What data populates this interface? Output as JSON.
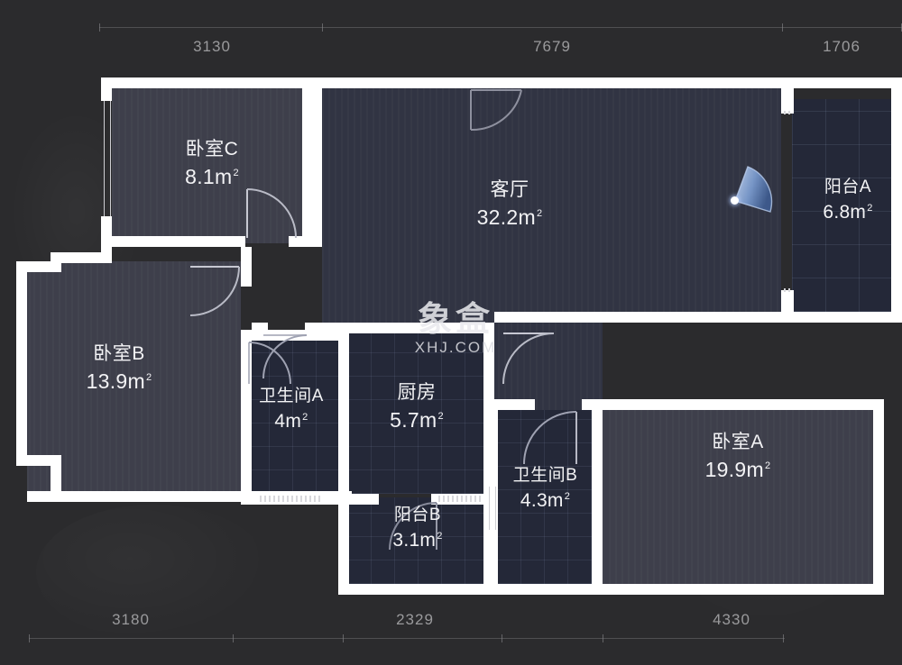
{
  "floorplan": {
    "watermark": {
      "logo": "象盒",
      "domain": "XHJ.COM"
    },
    "dimensions_top": [
      {
        "value": "3130"
      },
      {
        "value": "7679"
      },
      {
        "value": "1706"
      }
    ],
    "dimensions_bottom": [
      {
        "value": "3180"
      },
      {
        "value": "2329"
      },
      {
        "value": "4330"
      }
    ],
    "unit": "mm",
    "rooms": [
      {
        "key": "bedroom_c",
        "name": "卧室C",
        "area": "8.1m",
        "sup": "2",
        "type": "bedroom"
      },
      {
        "key": "living",
        "name": "客厅",
        "area": "32.2m",
        "sup": "2",
        "type": "living"
      },
      {
        "key": "balcony_a",
        "name": "阳台A",
        "area": "6.8m",
        "sup": "2",
        "type": "balcony"
      },
      {
        "key": "bedroom_b",
        "name": "卧室B",
        "area": "13.9m",
        "sup": "2",
        "type": "bedroom"
      },
      {
        "key": "bathroom_a",
        "name": "卫生间A",
        "area": "4m",
        "sup": "2",
        "type": "bathroom"
      },
      {
        "key": "kitchen",
        "name": "厨房",
        "area": "5.7m",
        "sup": "2",
        "type": "kitchen"
      },
      {
        "key": "bathroom_b",
        "name": "卫生间B",
        "area": "4.3m",
        "sup": "2",
        "type": "bathroom"
      },
      {
        "key": "balcony_b",
        "name": "阳台B",
        "area": "3.1m",
        "sup": "2",
        "type": "balcony"
      },
      {
        "key": "bedroom_a",
        "name": "卧室A",
        "area": "19.9m",
        "sup": "2",
        "type": "bedroom"
      }
    ],
    "colors": {
      "background": "#2b2b2d",
      "wall": "#ffffff",
      "room_dry": "#3e3f4b",
      "room_wet": "#242838",
      "text": "#f3f3f5",
      "dimension_text": "#9a9a9c",
      "viewpoint": "#8fb4e8"
    },
    "viewpoint": {
      "label": "panorama-viewpoint"
    }
  }
}
